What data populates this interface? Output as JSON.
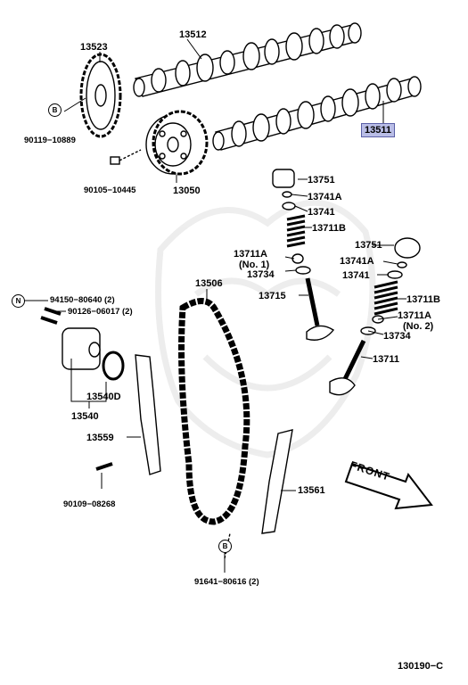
{
  "parts": {
    "p13512": "13512",
    "p13523": "13523",
    "p13511": "13511",
    "p90119": "90119−10889",
    "p90105": "90105−10445",
    "p13050": "13050",
    "p13751a": "13751",
    "p13741a_a": "13741A",
    "p13741_a": "13741",
    "p13711b_a": "13711B",
    "p13711a_a": "13711A",
    "p13711a_a_note": "(No. 1)",
    "p13734_a": "13734",
    "p13715": "13715",
    "p13751b": "13751",
    "p13741a_b": "13741A",
    "p13741_b": "13741",
    "p13711b_b": "13711B",
    "p13711a_b": "13711A",
    "p13711a_b_note": "(No. 2)",
    "p13734_b": "13734",
    "p13711": "13711",
    "p13506": "13506",
    "p94150": "94150−80640 (2)",
    "p90126": "90126−06017 (2)",
    "p13540d": "13540D",
    "p13540": "13540",
    "p13559": "13559",
    "p90109": "90109−08268",
    "p13561": "13561",
    "p91641": "91641−80616 (2)"
  },
  "markers": {
    "b1": "B",
    "b2": "B",
    "n1": "N"
  },
  "front_label": "FRONT",
  "figure_code": "130190−C",
  "colors": {
    "highlight_fill": "#b9bde6",
    "highlight_border": "#5a5fa6",
    "line": "#000000",
    "watermark": "#ececec"
  }
}
